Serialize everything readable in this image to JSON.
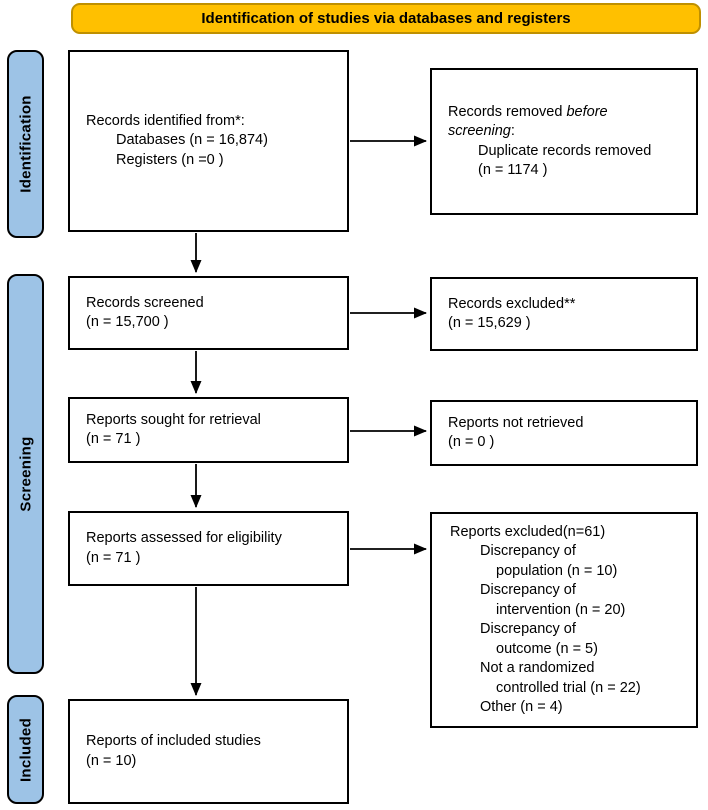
{
  "title": {
    "label": "Identification of studies via databases and registers"
  },
  "colors": {
    "title_bg": "#FFC000",
    "title_border": "#BF9000",
    "stage_bg": "#9DC3E6",
    "stage_border": "#000000",
    "box_border": "#000000",
    "arrow": "#000000",
    "text": "#000000",
    "canvas_bg": "#FFFFFF"
  },
  "stages": [
    {
      "label": "Identification"
    },
    {
      "label": "Screening"
    },
    {
      "label": "Included"
    }
  ],
  "boxes": {
    "identified": {
      "lines": [
        {
          "text": "Records identified from*:"
        },
        {
          "text": "Databases (n = 16,874)"
        },
        {
          "text": "Registers (n =0 )"
        }
      ]
    },
    "removed": {
      "line1_normal": "Records removed ",
      "line1_italic": "before",
      "line2_italic": "screening",
      "line2_normal": ":",
      "lines": [
        {
          "text": "Duplicate records removed"
        },
        {
          "text": "(n = 1174 )"
        }
      ]
    },
    "screened": {
      "lines": [
        {
          "text": "Records screened"
        },
        {
          "text": "(n = 15,700 )"
        }
      ]
    },
    "excluded_screening": {
      "lines": [
        {
          "text": "Records excluded**"
        },
        {
          "text": "(n = 15,629 )"
        }
      ]
    },
    "sought": {
      "lines": [
        {
          "text": "Reports sought for retrieval"
        },
        {
          "text": "(n = 71 )"
        }
      ]
    },
    "not_retrieved": {
      "lines": [
        {
          "text": "Reports not retrieved"
        },
        {
          "text": "(n = 0 )"
        }
      ]
    },
    "assessed": {
      "lines": [
        {
          "text": "Reports assessed for eligibility"
        },
        {
          "text": "(n = 71 )"
        }
      ]
    },
    "excluded_eligibility": {
      "lines": [
        {
          "text": "Reports excluded(n=61)"
        },
        {
          "text": "Discrepancy of"
        },
        {
          "text": "population (n = 10)"
        },
        {
          "text": "Discrepancy of"
        },
        {
          "text": "intervention (n = 20)"
        },
        {
          "text": "Discrepancy of"
        },
        {
          "text": "outcome (n = 5)"
        },
        {
          "text": "Not a randomized"
        },
        {
          "text": "controlled trial (n = 22)"
        },
        {
          "text": "Other (n = 4)"
        }
      ]
    },
    "included": {
      "lines": [
        {
          "text": "Reports of included studies"
        },
        {
          "text": "(n = 10)"
        }
      ]
    }
  }
}
